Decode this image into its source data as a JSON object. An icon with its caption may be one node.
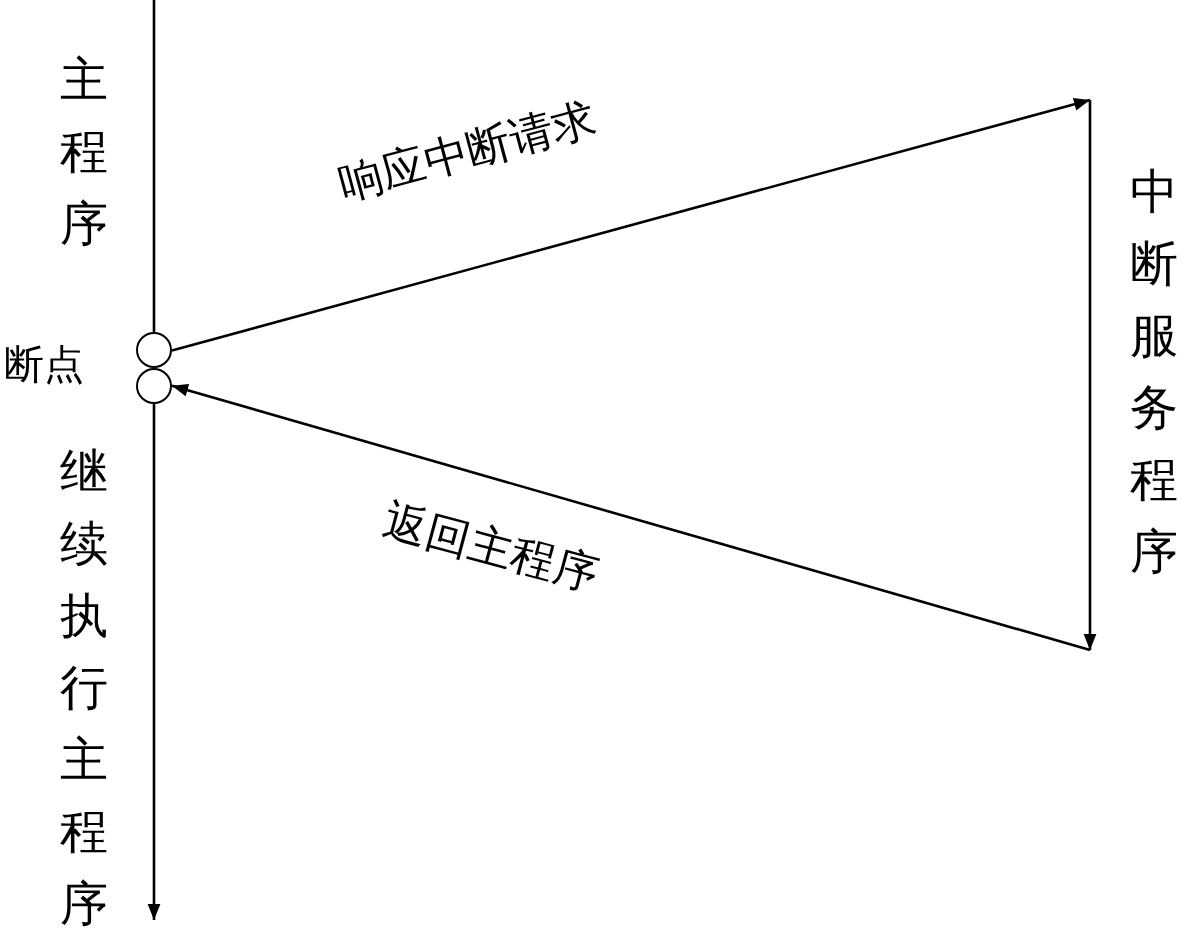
{
  "diagram": {
    "nodes": [
      {
        "text": [],
        "shape": "circle"
      },
      {
        "text": [],
        "shape": "circle"
      },
      {
        "text": [
          "中断服务程序"
        ]
      }
    ],
    "edges": [
      {
        "from": null,
        "to": 0,
        "arrow": "none"
      },
      {
        "from": 0,
        "to": 2,
        "arrow": "to",
        "label": "响应中断请求"
      },
      {
        "from": 2,
        "to": 1,
        "arrow": "to",
        "label": "返回主程序"
      },
      {
        "from": 1,
        "to": null,
        "arrow": "to"
      }
    ],
    "labels": [
      "主程序",
      "断点",
      "继续执行主程序"
    ]
  }
}
